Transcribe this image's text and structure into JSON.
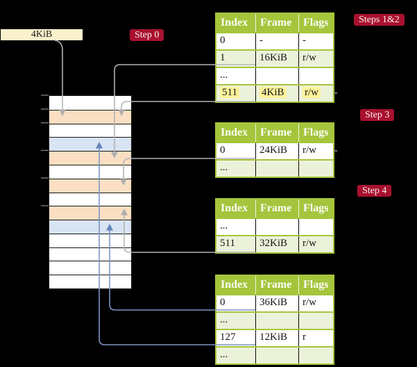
{
  "colors": {
    "badge_bg": "#a91130",
    "table_header_bg": "#a5c53c",
    "table_row_alt_bg": "#ecf2d9",
    "highlight_bg": "#fdf39b",
    "strip_orange": "#fbdfc2",
    "strip_blue": "#d8e4f3",
    "strip_white": "#ffffff",
    "gray_line": "#b4b4b4",
    "blue_line": "#7b95c3",
    "page_box_bg": "#fcf1cd"
  },
  "page_box": {
    "label": "4KiB"
  },
  "badges": {
    "step0": "Step 0",
    "steps12": "Steps 1&2",
    "step3": "Step 3",
    "step4": "Step 4"
  },
  "memory_strip": {
    "rows": [
      {
        "color": "white"
      },
      {
        "color": "orange"
      },
      {
        "color": "white"
      },
      {
        "color": "blue"
      },
      {
        "color": "orange"
      },
      {
        "color": "white"
      },
      {
        "color": "orange"
      },
      {
        "color": "white"
      },
      {
        "color": "orange"
      },
      {
        "color": "blue"
      },
      {
        "color": "white"
      },
      {
        "color": "white"
      },
      {
        "color": "white"
      },
      {
        "color": "white"
      }
    ]
  },
  "tables": [
    {
      "name": "page-table-steps-1-2",
      "headers": [
        "Index",
        "Frame",
        "Flags"
      ],
      "rows": [
        {
          "cells": [
            "0",
            "-",
            "-"
          ],
          "shaded": false,
          "highlight": false
        },
        {
          "cells": [
            "1",
            "16KiB",
            "r/w"
          ],
          "shaded": true,
          "highlight": false
        },
        {
          "cells": [
            "...",
            "",
            ""
          ],
          "shaded": false,
          "highlight": false
        },
        {
          "cells": [
            "511",
            "4KiB",
            "r/w"
          ],
          "shaded": true,
          "highlight": true
        }
      ]
    },
    {
      "name": "page-table-step-3",
      "headers": [
        "Index",
        "Frame",
        "Flags"
      ],
      "rows": [
        {
          "cells": [
            "0",
            "24KiB",
            "r/w"
          ],
          "shaded": false,
          "highlight": false
        },
        {
          "cells": [
            "...",
            "",
            ""
          ],
          "shaded": true,
          "highlight": false
        }
      ]
    },
    {
      "name": "page-table-step-4-upper",
      "headers": [
        "Index",
        "Frame",
        "Flags"
      ],
      "rows": [
        {
          "cells": [
            "...",
            "",
            ""
          ],
          "shaded": false,
          "highlight": false
        },
        {
          "cells": [
            "511",
            "32KiB",
            "r/w"
          ],
          "shaded": true,
          "highlight": false
        }
      ]
    },
    {
      "name": "page-table-step-4-lower",
      "headers": [
        "Index",
        "Frame",
        "Flags"
      ],
      "rows": [
        {
          "cells": [
            "0",
            "36KiB",
            "r/w"
          ],
          "shaded": false,
          "highlight": false
        },
        {
          "cells": [
            "...",
            "",
            ""
          ],
          "shaded": true,
          "highlight": false
        },
        {
          "cells": [
            "127",
            "12KiB",
            "r"
          ],
          "shaded": false,
          "highlight": false
        },
        {
          "cells": [
            "...",
            "",
            ""
          ],
          "shaded": true,
          "highlight": false
        }
      ]
    }
  ]
}
